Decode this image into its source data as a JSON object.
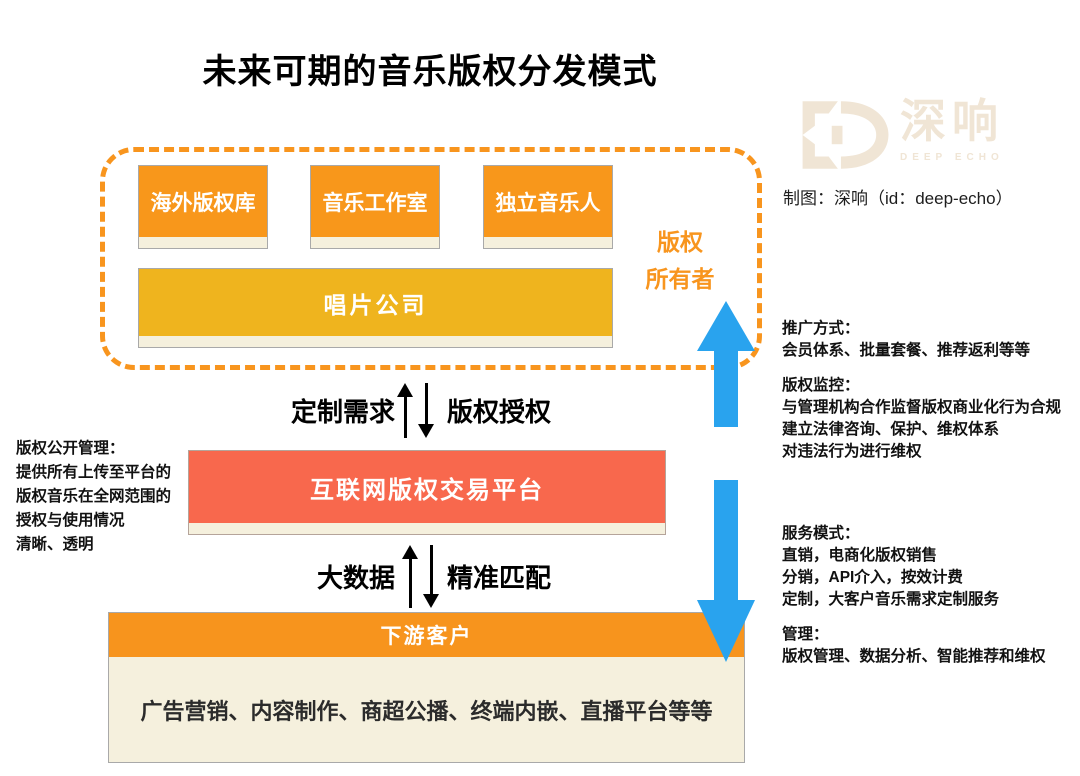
{
  "title": "未来可期的音乐版权分发模式",
  "logo": {
    "name_cn": "深响",
    "name_en": "DEEP ECHO"
  },
  "credit": "制图：深响（id：deep-echo）",
  "owners": {
    "group_label_line1": "版权",
    "group_label_line2": "所有者",
    "sources": [
      "海外版权库",
      "音乐工作室",
      "独立音乐人"
    ],
    "record_company": "唱片公司"
  },
  "platform": {
    "label": "互联网版权交易平台"
  },
  "downstream": {
    "header": "下游客户",
    "body": "广告营销、内容制作、商超公播、终端内嵌、直播平台等等"
  },
  "flow_top": {
    "up_label": "定制需求",
    "down_label": "版权授权"
  },
  "flow_bottom": {
    "up_label": "大数据",
    "down_label": "精准匹配"
  },
  "left_note": {
    "title": "版权公开管理：",
    "lines": [
      "提供所有上传至平台的",
      "版权音乐在全网范围的",
      "授权与使用情况",
      "清晰、透明"
    ]
  },
  "right_notes": [
    {
      "title": "推广方式：",
      "lines": [
        "会员体系、批量套餐、推荐返利等等"
      ]
    },
    {
      "title": "版权监控：",
      "lines": [
        "与管理机构合作监督版权商业化行为合规",
        "建立法律咨询、保护、维权体系",
        "对违法行为进行维权"
      ]
    },
    {
      "title": "服务模式：",
      "lines": [
        "直销，电商化版权销售",
        "分销，API介入，按效计费",
        "定制，大客户音乐需求定制服务"
      ]
    },
    {
      "title": "管理：",
      "lines": [
        "版权管理、数据分析、智能推荐和维权"
      ]
    }
  ],
  "colors": {
    "orange": "#F8951E",
    "gold": "#EFB41E",
    "red": "#F8684D",
    "cream": "#F5F0DD",
    "blue": "#29A3EE",
    "logo_beige": "#F0E5D5"
  }
}
